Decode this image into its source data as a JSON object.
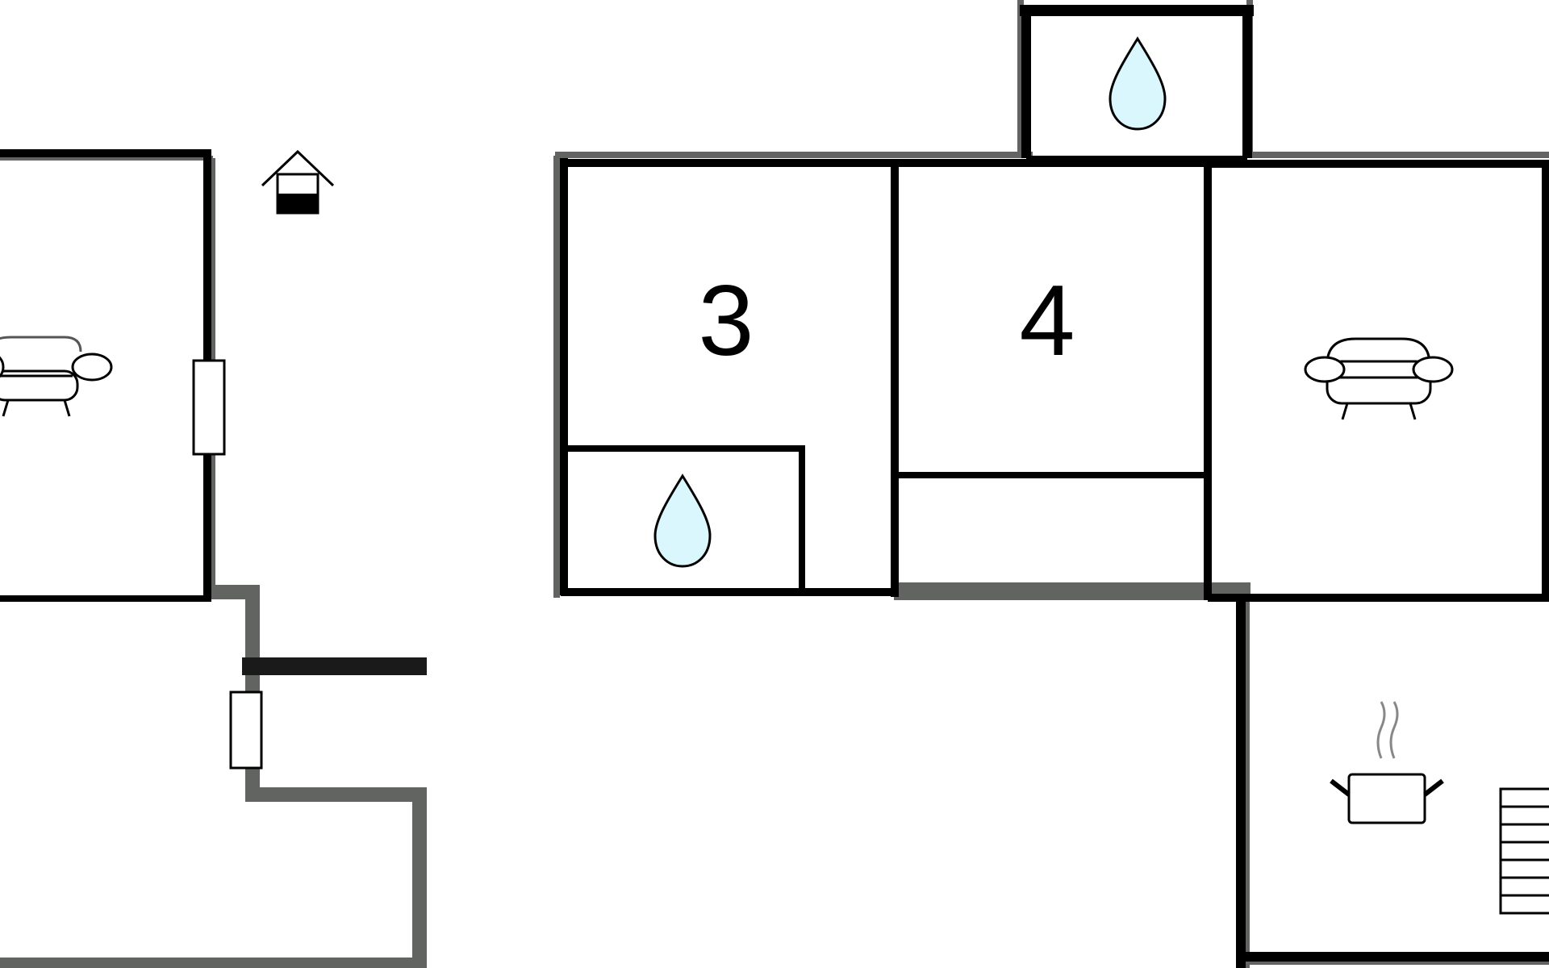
{
  "rooms": [
    {
      "id": "room-3",
      "number": "3"
    },
    {
      "id": "room-4",
      "number": "4"
    }
  ],
  "icons": [
    {
      "name": "sofa-icon",
      "room": "left-living-room"
    },
    {
      "name": "well-house-icon",
      "room": "outside"
    },
    {
      "name": "water-drop-icon",
      "room": "top-bathroom"
    },
    {
      "name": "water-drop-icon",
      "room": "bathroom-in-room-3"
    },
    {
      "name": "sofa-icon",
      "room": "right-living-room"
    },
    {
      "name": "cooking-pot-icon",
      "room": "kitchen"
    },
    {
      "name": "stairs-icon",
      "room": "kitchen"
    }
  ],
  "colors": {
    "wall": "#000000",
    "exterior_wall": "#616461",
    "water_fill": "#d9f7fc",
    "background": "#ffffff"
  }
}
